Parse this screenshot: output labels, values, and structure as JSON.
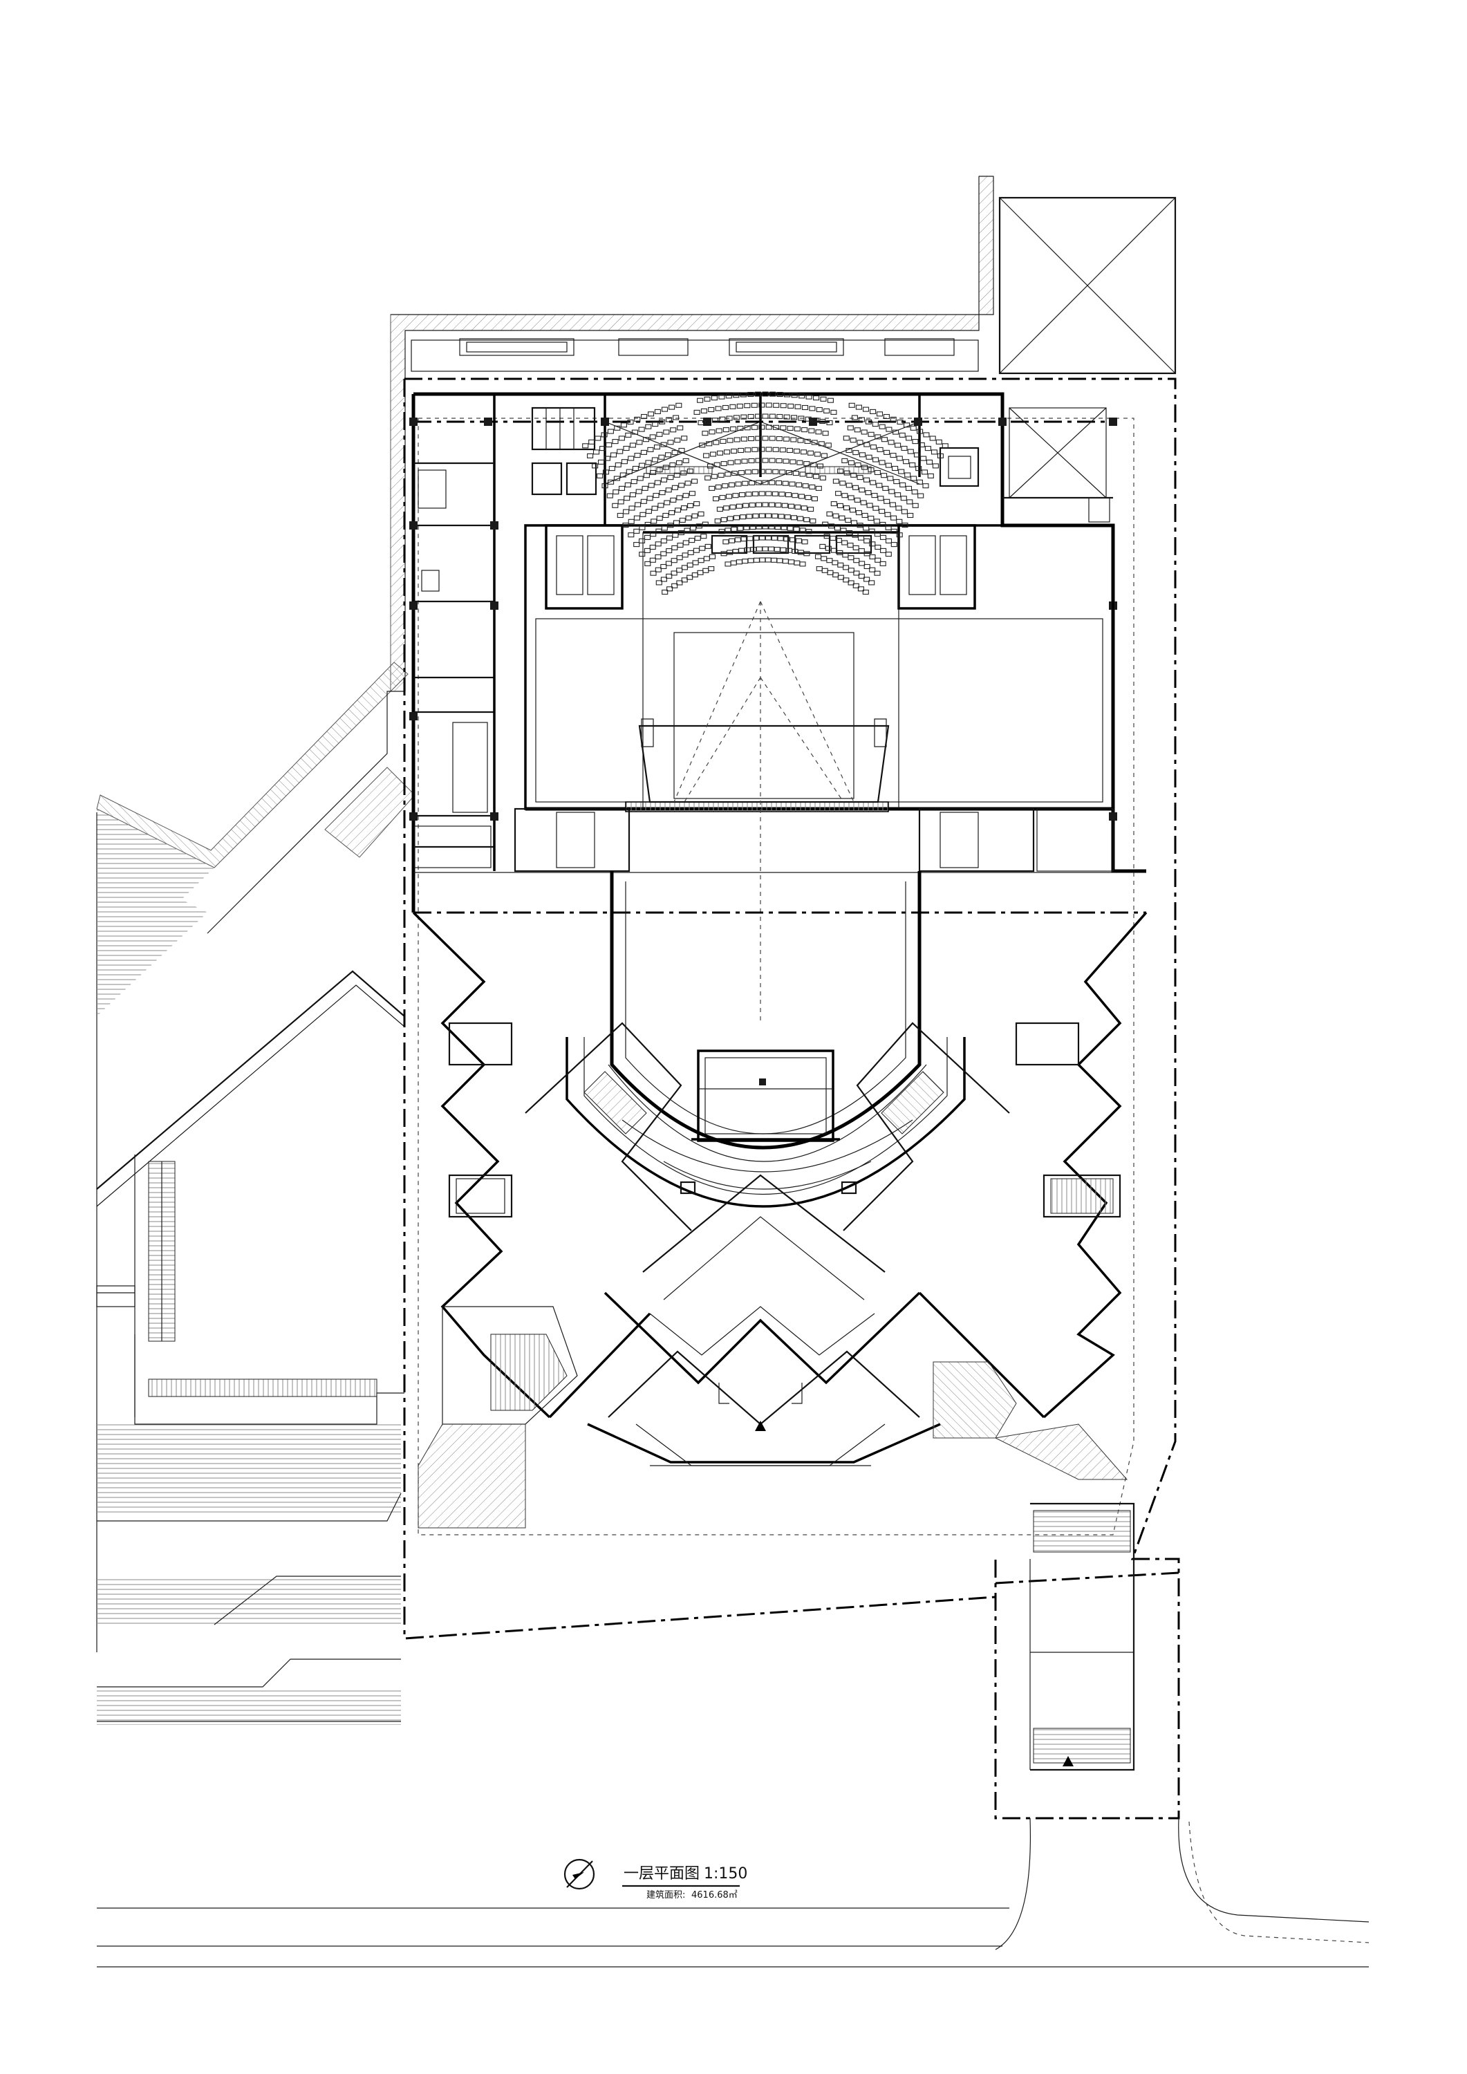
{
  "drawing": {
    "title": "一层平面图",
    "scale": "1:150",
    "area_label": "建筑面积:",
    "area_value": "4616.68㎡"
  },
  "icons": {
    "north": "north-arrow-icon",
    "entrance": "entrance-triangle-icon"
  },
  "colors": {
    "line": "#000000",
    "background": "#ffffff",
    "hatch": "#777777"
  }
}
